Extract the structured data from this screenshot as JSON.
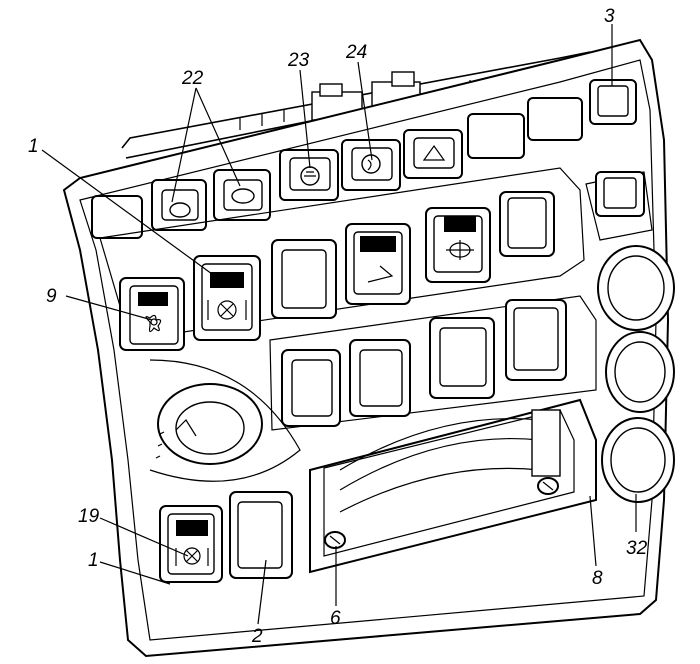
{
  "callouts": {
    "c1_top": "1",
    "c22": "22",
    "c23": "23",
    "c24": "24",
    "c3": "3",
    "c9": "9",
    "c19": "19",
    "c1_bottom": "1",
    "c2": "2",
    "c6": "6",
    "c8": "8",
    "c32": "32"
  }
}
